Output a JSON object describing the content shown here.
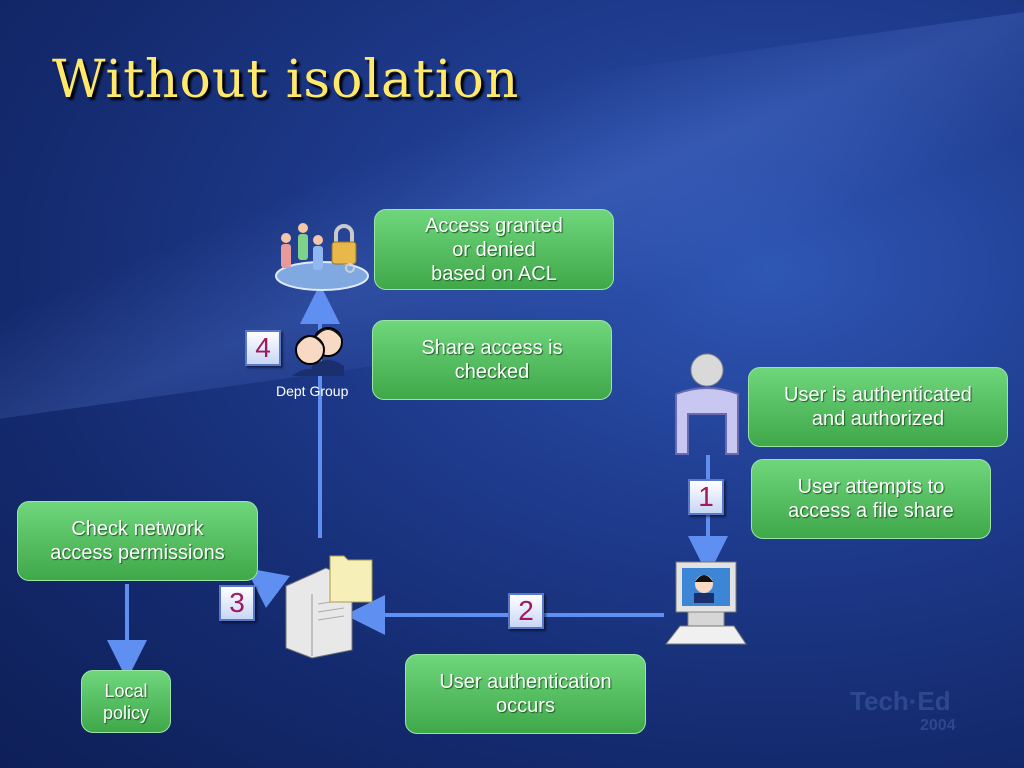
{
  "slide": {
    "title": "Without isolation"
  },
  "boxes": {
    "access_granted": "Access granted\nor denied\nbased on ACL",
    "share_access": "Share access is\nchecked",
    "user_authenticated": "User is authenticated\nand authorized",
    "user_attempts": "User attempts to\naccess a file share",
    "check_network": "Check network\naccess permissions",
    "local_policy": "Local\npolicy",
    "user_auth_occurs": "User authentication\noccurs"
  },
  "steps": {
    "one": "1",
    "two": "2",
    "three": "3",
    "four": "4"
  },
  "labels": {
    "dept_group": "Dept Group"
  },
  "watermark": {
    "brand": "Tech·Ed",
    "year": "2004"
  },
  "colors": {
    "title": "#ffe86a",
    "box_green": "#4cb857",
    "arrow": "#5f8ff0",
    "step_number": "#a0185e"
  }
}
